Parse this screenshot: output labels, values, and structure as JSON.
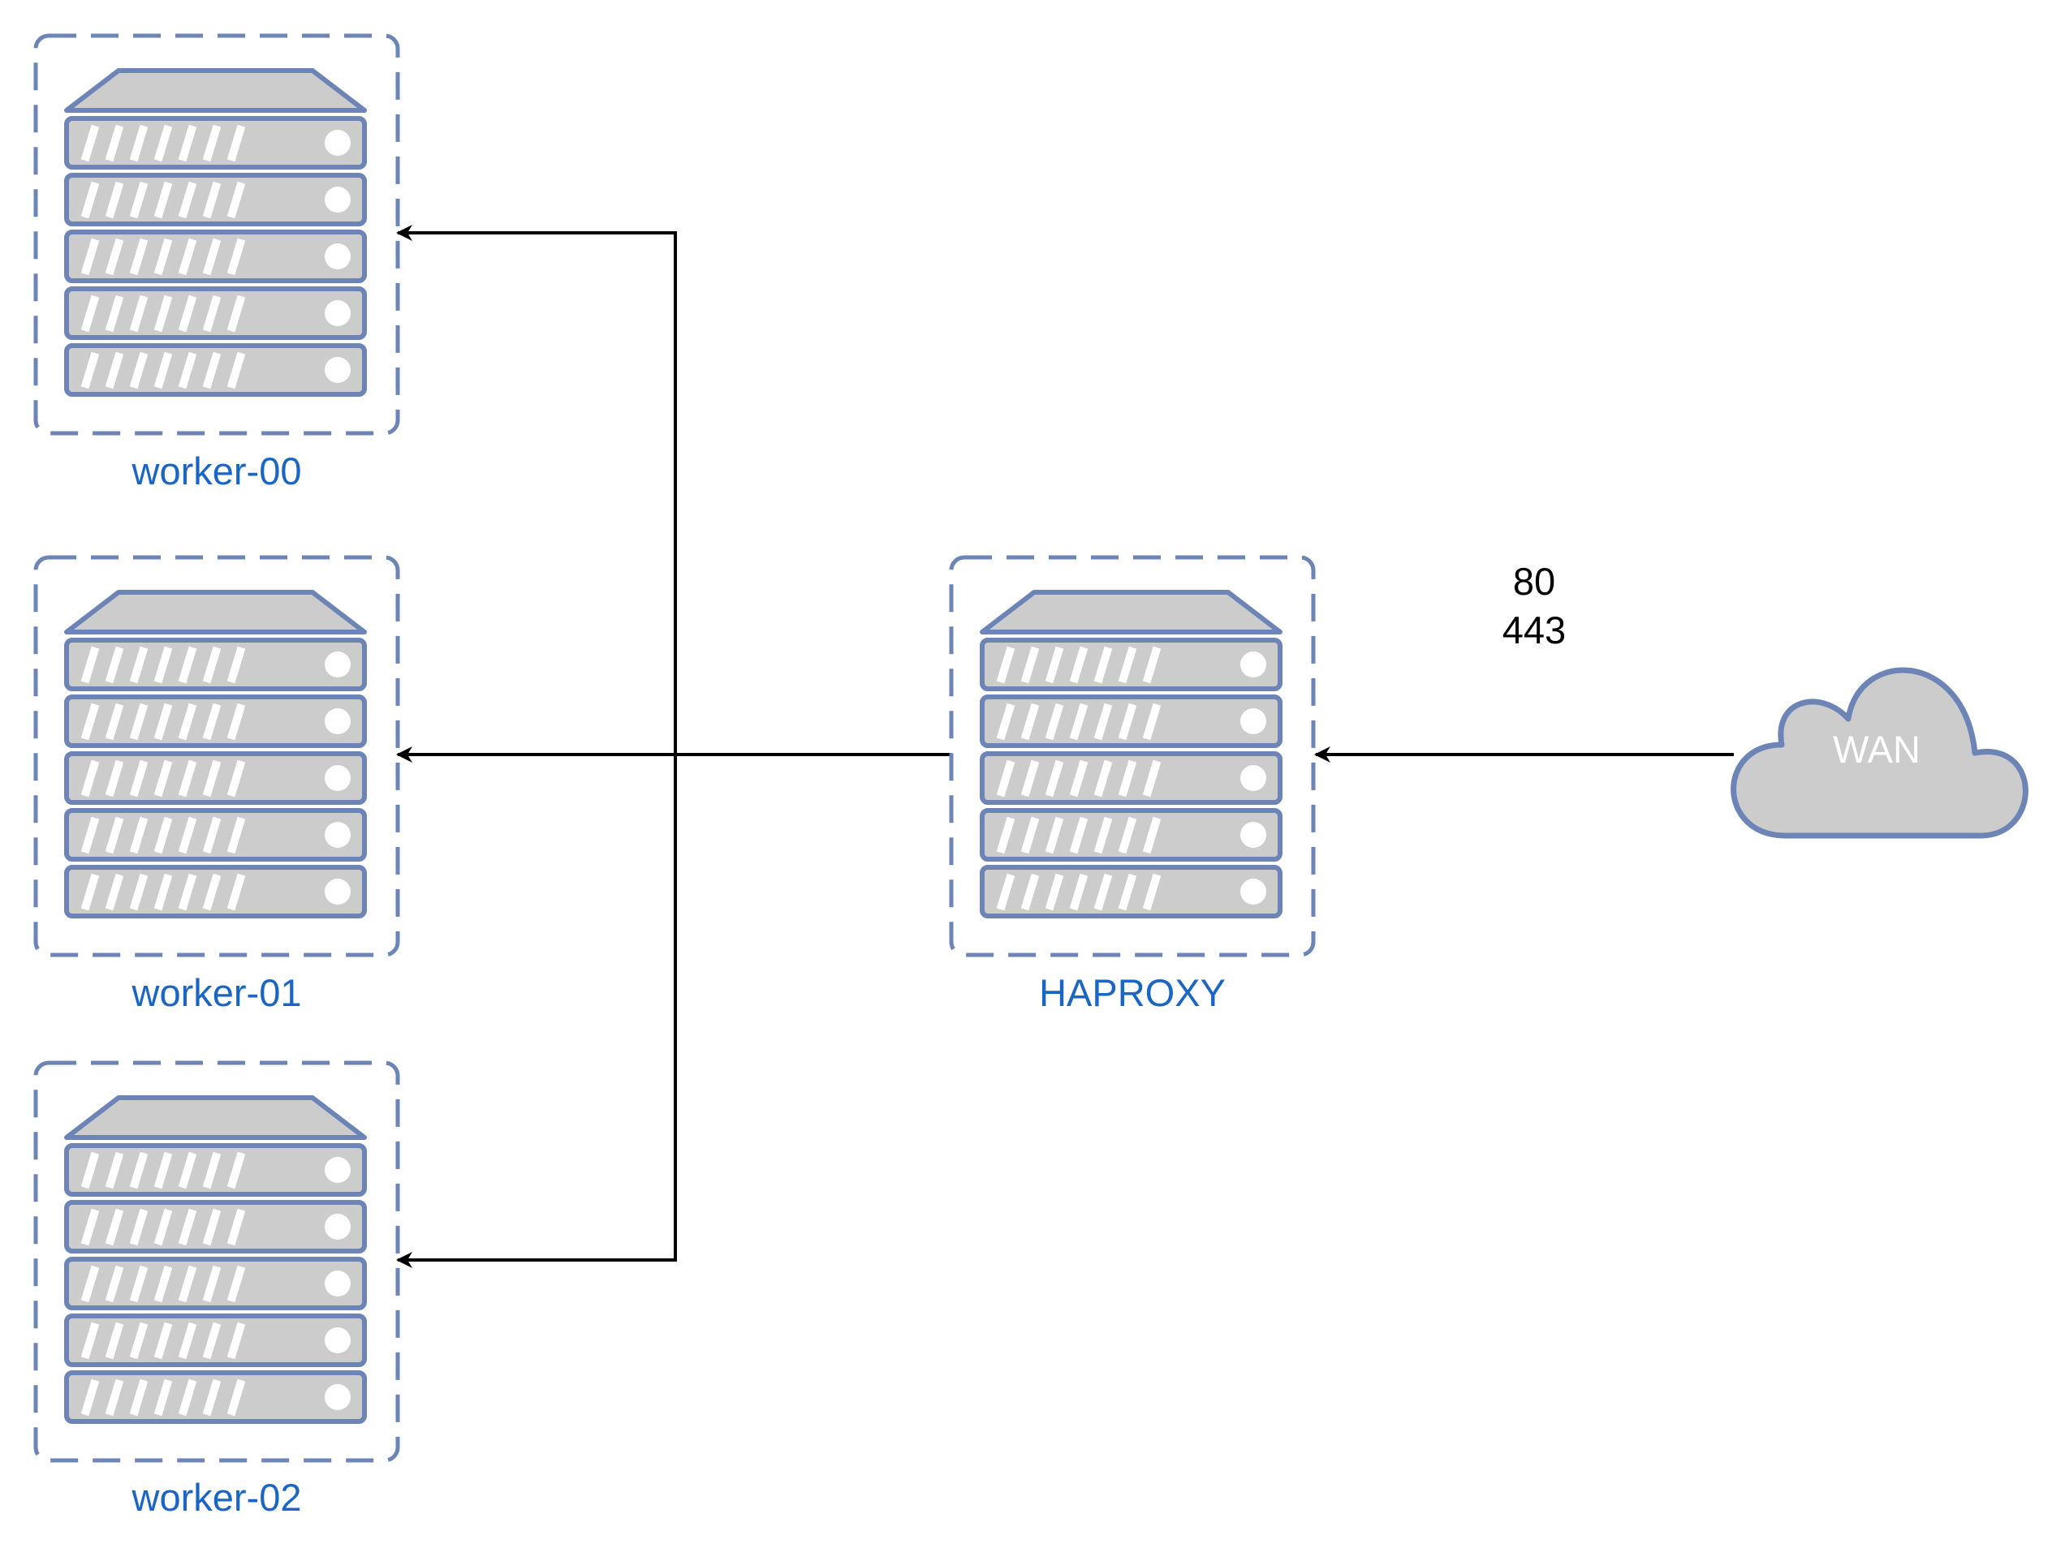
{
  "diagram": {
    "nodes": {
      "worker_00": {
        "label": "worker-00",
        "icon": "server-rack-icon"
      },
      "worker_01": {
        "label": "worker-01",
        "icon": "server-rack-icon"
      },
      "worker_02": {
        "label": "worker-02",
        "icon": "server-rack-icon"
      },
      "haproxy": {
        "label": "HAPROXY",
        "icon": "server-rack-icon"
      },
      "wan": {
        "label": "WAN",
        "icon": "cloud-icon"
      }
    },
    "ports": [
      "80",
      "443"
    ],
    "edges": [
      {
        "from": "wan",
        "to": "haproxy"
      },
      {
        "from": "haproxy",
        "to": "worker_00"
      },
      {
        "from": "haproxy",
        "to": "worker_01"
      },
      {
        "from": "haproxy",
        "to": "worker_02"
      }
    ],
    "colors": {
      "server_fill": "#cccccc",
      "server_stroke": "#6c84b6",
      "label": "#1a66c2",
      "connector": "#000000",
      "background": "#ffffff"
    }
  }
}
